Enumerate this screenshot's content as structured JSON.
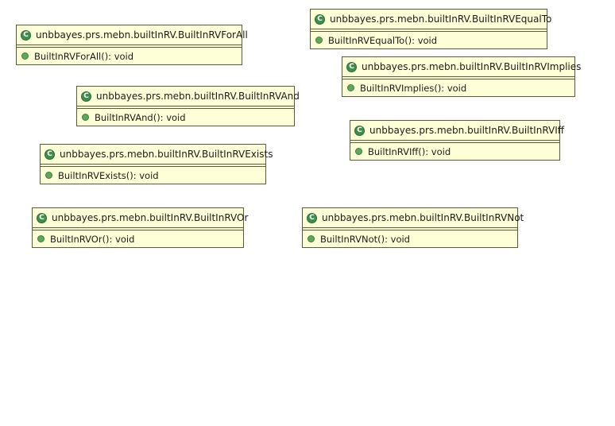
{
  "classes": [
    {
      "name": "unbbayes.prs.mebn.builtInRV.BuiltInRVForAll",
      "method": "BuiltInRVForAll(): void"
    },
    {
      "name": "unbbayes.prs.mebn.builtInRV.BuiltInRVEqualTo",
      "method": "BuiltInRVEqualTo(): void"
    },
    {
      "name": "unbbayes.prs.mebn.builtInRV.BuiltInRVImplies",
      "method": "BuiltInRVImplies(): void"
    },
    {
      "name": "unbbayes.prs.mebn.builtInRV.BuiltInRVAnd",
      "method": "BuiltInRVAnd(): void"
    },
    {
      "name": "unbbayes.prs.mebn.builtInRV.BuiltInRVIff",
      "method": "BuiltInRVIff(): void"
    },
    {
      "name": "unbbayes.prs.mebn.builtInRV.BuiltInRVExists",
      "method": "BuiltInRVExists(): void"
    },
    {
      "name": "unbbayes.prs.mebn.builtInRV.BuiltInRVOr",
      "method": "BuiltInRVOr(): void"
    },
    {
      "name": "unbbayes.prs.mebn.builtInRV.BuiltInRVNot",
      "method": "BuiltInRVNot(): void"
    }
  ],
  "icons": {
    "class_icon": "class-icon",
    "class_glyph": "C",
    "method_icon": "public-method-icon"
  }
}
